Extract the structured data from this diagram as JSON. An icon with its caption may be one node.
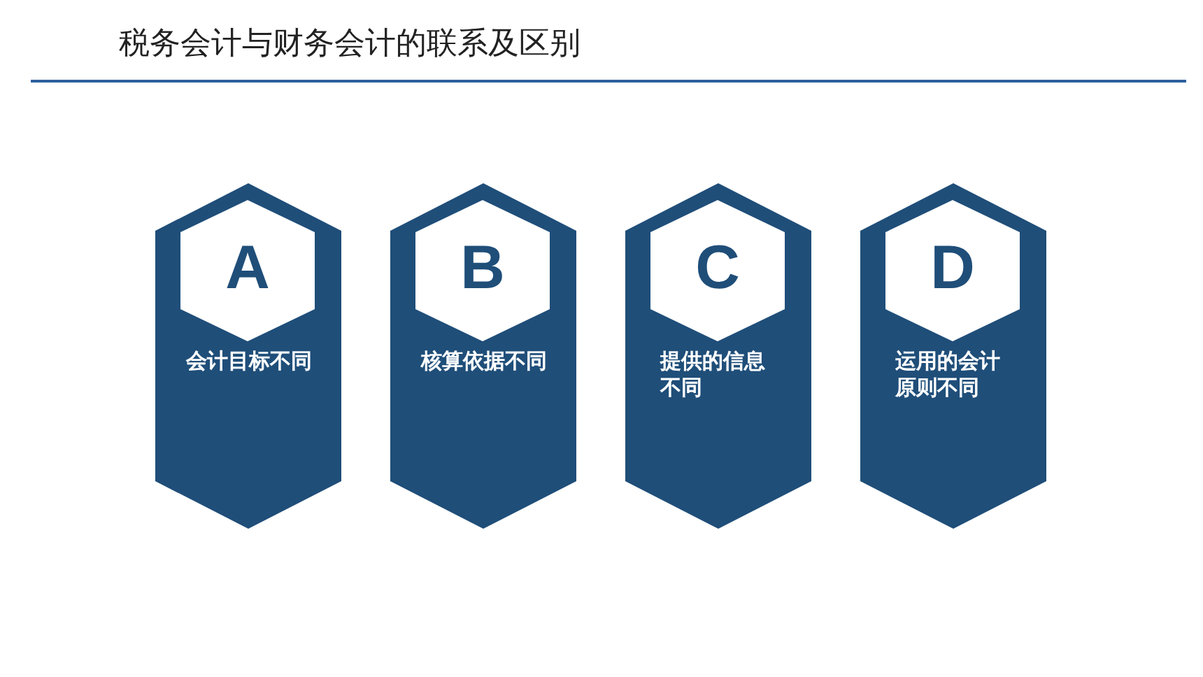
{
  "diagram": {
    "title": "税务会计与财务会计的联系及区别",
    "nodes": [
      {
        "text": [
          "会计目标不同"
        ]
      },
      {
        "text": [
          "A"
        ],
        "in": 0
      },
      {
        "text": [
          "核算依据不同"
        ]
      },
      {
        "text": [
          "B"
        ],
        "in": 2
      },
      {
        "text": [
          "提供的信息不同"
        ]
      },
      {
        "text": [
          "C"
        ],
        "in": 4
      },
      {
        "text": [
          "运用的会计原则不同"
        ]
      },
      {
        "text": [
          "D"
        ],
        "in": 6
      }
    ]
  }
}
